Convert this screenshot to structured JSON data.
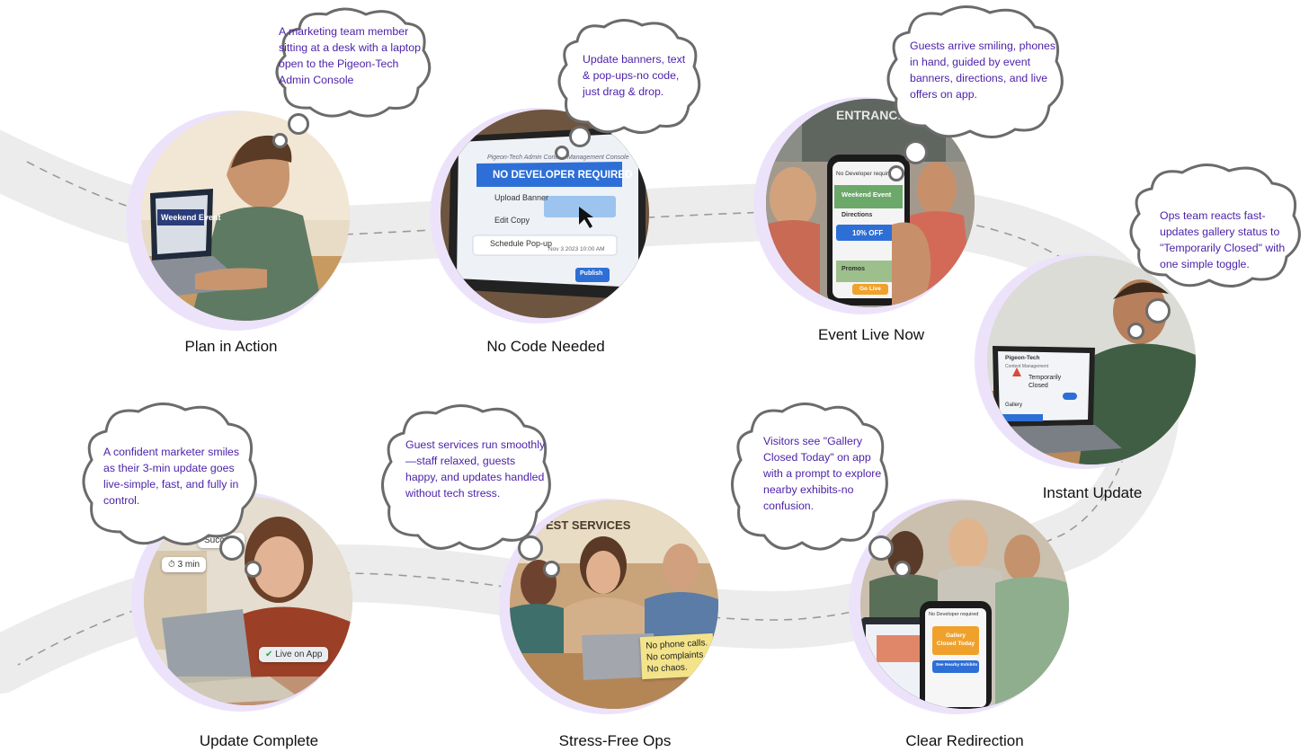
{
  "steps": [
    {
      "label": "Plan in Action",
      "thought": "A marketing team member sitting at a desk with a laptop open to the Pigeon-Tech Admin Console",
      "photo": {
        "screen_title": "Weekend Event"
      }
    },
    {
      "label": "No Code Needed",
      "thought": "Update banners, text & pop-ups-no code, just drag & drop.",
      "photo": {
        "console_title": "Pigeon-Tech  Admin Content Management Console",
        "banner": "NO DEVELOPER REQUIRED",
        "upload": "Upload Banner",
        "edit": "Edit Copy",
        "schedule": "Schedule Pop-up",
        "date": "Nov 3 2023  10:00 AM",
        "publish": "Publish"
      }
    },
    {
      "label": "Event Live Now",
      "thought": "Guests arrive smiling, phones in hand, guided by event banners, directions, and live offers on app.",
      "photo": {
        "sign": "ENTRANCE",
        "phone_header": "No Developer required",
        "event": "Weekend Event",
        "directions": "Directions",
        "offer": "10% OFF",
        "promos": "Promos",
        "go": "Go Live"
      }
    },
    {
      "label": "Instant Update",
      "thought": "Ops team reacts fast-updates gallery status to \"Temporarily Closed\" with one simple toggle.",
      "photo": {
        "app": "Pigeon-Tech",
        "section": "Content Management",
        "status": "Temporarily Closed",
        "gallery": "Gallery"
      }
    },
    {
      "label": "Update Complete",
      "thought": "A confident marketer smiles as their 3-min update goes live-simple, fast, and fully in control.",
      "photo": {
        "timer": "3 min",
        "success": "Success",
        "live": "Live on App"
      }
    },
    {
      "label": "Stress-Free Ops",
      "thought": "Guest services run smoothly—staff relaxed, guests happy, and updates handled without tech stress.",
      "photo": {
        "sign": "EST SERVICES",
        "note": "No phone calls.\nNo complaints.\nNo chaos."
      }
    },
    {
      "label": "Clear Redirection",
      "thought": "Visitors see \"Gallery Closed Today\" on app with a prompt to explore nearby exhibits-no confusion.",
      "photo": {
        "phone_header": "No Developer required",
        "closed": "Gallery Closed Today",
        "nearby": "See Nearby Exhibits"
      }
    }
  ],
  "colors": {
    "thought_text": "#4a1fa8",
    "halo": "#ece3fb",
    "road": "#ededed",
    "cloud_outline": "#6b6b6b",
    "accent_blue": "#2d6fd6"
  }
}
